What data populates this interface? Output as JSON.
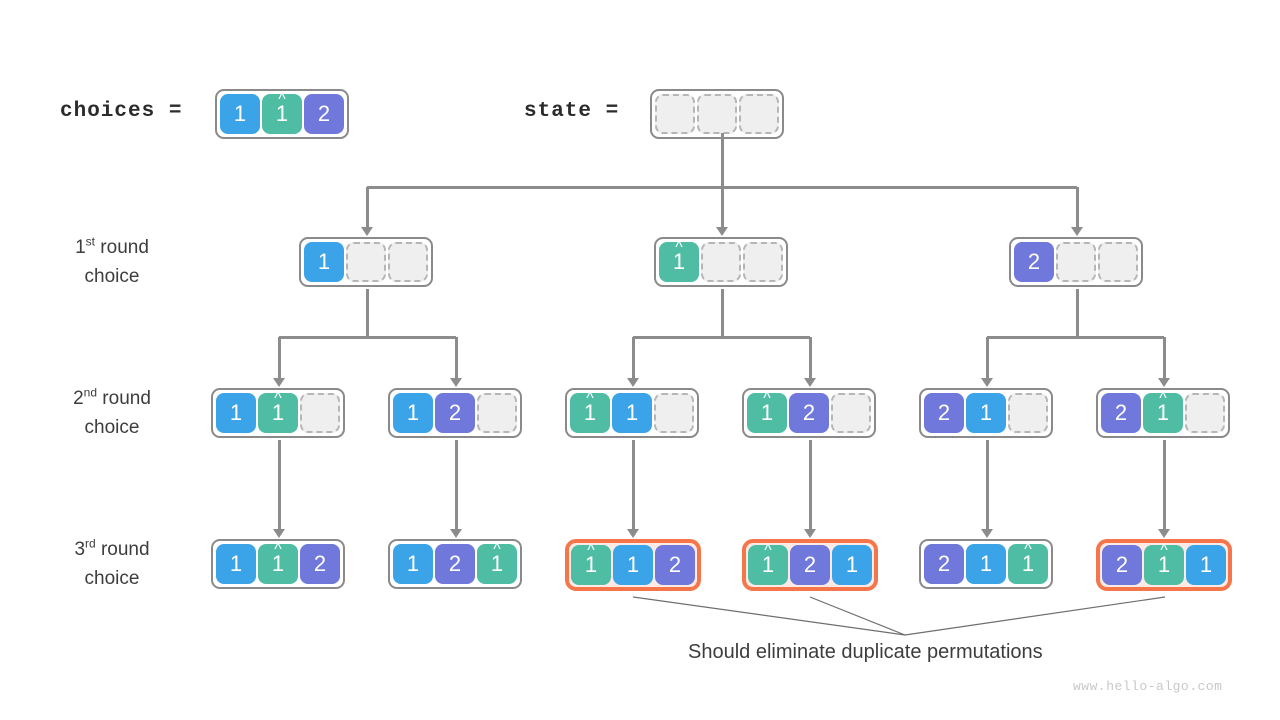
{
  "page": {
    "watermark": "www.hello-algo.com",
    "caption": "Should eliminate duplicate permutations"
  },
  "legend": {
    "choices_label": "choices =",
    "state_label": "state =",
    "choices_cells": [
      "1",
      "1̂",
      "2"
    ],
    "state_cells": [
      "",
      "",
      ""
    ]
  },
  "colors": {
    "blue": "#3ba3e8",
    "teal": "#4fbda4",
    "purple": "#7078db",
    "highlight_border": "#f4764a",
    "highlight_fill": "#fdeae4",
    "box_border": "#8a8a8a",
    "empty_cell": "#efefef",
    "connector": "#8c8c8c"
  },
  "rows": [
    {
      "label_line1": "1",
      "label_sup": "st",
      "label_rest": " round",
      "label_line2": "choice",
      "nodes": [
        {
          "cells": [
            {
              "v": "1",
              "c": "blue"
            },
            {
              "v": "",
              "c": "empty"
            },
            {
              "v": "",
              "c": "empty"
            }
          ],
          "highlight": false
        },
        {
          "cells": [
            {
              "v": "1̂",
              "c": "teal"
            },
            {
              "v": "",
              "c": "empty"
            },
            {
              "v": "",
              "c": "empty"
            }
          ],
          "highlight": false
        },
        {
          "cells": [
            {
              "v": "2",
              "c": "purple"
            },
            {
              "v": "",
              "c": "empty"
            },
            {
              "v": "",
              "c": "empty"
            }
          ],
          "highlight": false
        }
      ]
    },
    {
      "label_line1": "2",
      "label_sup": "nd",
      "label_rest": " round",
      "label_line2": "choice",
      "nodes": [
        {
          "cells": [
            {
              "v": "1",
              "c": "blue"
            },
            {
              "v": "1̂",
              "c": "teal"
            },
            {
              "v": "",
              "c": "empty"
            }
          ],
          "highlight": false
        },
        {
          "cells": [
            {
              "v": "1",
              "c": "blue"
            },
            {
              "v": "2",
              "c": "purple"
            },
            {
              "v": "",
              "c": "empty"
            }
          ],
          "highlight": false
        },
        {
          "cells": [
            {
              "v": "1̂",
              "c": "teal"
            },
            {
              "v": "1",
              "c": "blue"
            },
            {
              "v": "",
              "c": "empty"
            }
          ],
          "highlight": false
        },
        {
          "cells": [
            {
              "v": "1̂",
              "c": "teal"
            },
            {
              "v": "2",
              "c": "purple"
            },
            {
              "v": "",
              "c": "empty"
            }
          ],
          "highlight": false
        },
        {
          "cells": [
            {
              "v": "2",
              "c": "purple"
            },
            {
              "v": "1",
              "c": "blue"
            },
            {
              "v": "",
              "c": "empty"
            }
          ],
          "highlight": false
        },
        {
          "cells": [
            {
              "v": "2",
              "c": "purple"
            },
            {
              "v": "1̂",
              "c": "teal"
            },
            {
              "v": "",
              "c": "empty"
            }
          ],
          "highlight": false
        }
      ]
    },
    {
      "label_line1": "3",
      "label_sup": "rd",
      "label_rest": " round",
      "label_line2": "choice",
      "nodes": [
        {
          "cells": [
            {
              "v": "1",
              "c": "blue"
            },
            {
              "v": "1̂",
              "c": "teal"
            },
            {
              "v": "2",
              "c": "purple"
            }
          ],
          "highlight": false
        },
        {
          "cells": [
            {
              "v": "1",
              "c": "blue"
            },
            {
              "v": "2",
              "c": "purple"
            },
            {
              "v": "1̂",
              "c": "teal"
            }
          ],
          "highlight": false
        },
        {
          "cells": [
            {
              "v": "1̂",
              "c": "teal"
            },
            {
              "v": "1",
              "c": "blue"
            },
            {
              "v": "2",
              "c": "purple"
            }
          ],
          "highlight": true
        },
        {
          "cells": [
            {
              "v": "1̂",
              "c": "teal"
            },
            {
              "v": "2",
              "c": "purple"
            },
            {
              "v": "1",
              "c": "blue"
            }
          ],
          "highlight": true
        },
        {
          "cells": [
            {
              "v": "2",
              "c": "purple"
            },
            {
              "v": "1",
              "c": "blue"
            },
            {
              "v": "1̂",
              "c": "teal"
            }
          ],
          "highlight": false
        },
        {
          "cells": [
            {
              "v": "2",
              "c": "purple"
            },
            {
              "v": "1̂",
              "c": "teal"
            },
            {
              "v": "1",
              "c": "blue"
            }
          ],
          "highlight": true
        }
      ]
    }
  ]
}
